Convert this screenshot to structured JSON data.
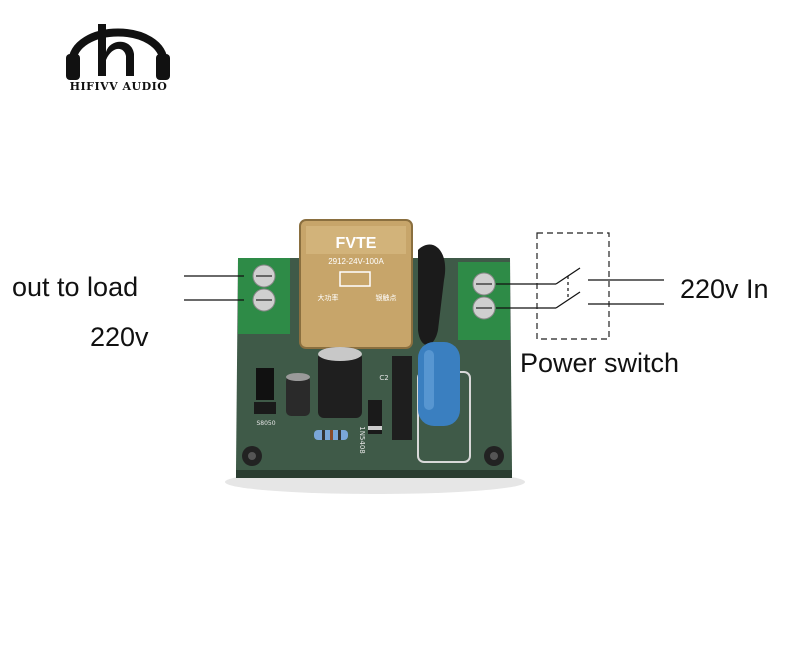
{
  "brand": {
    "logo_text": "HIFIVV AUDIO",
    "logo_icon": "headphones-h-icon"
  },
  "labels": {
    "output": "out to load",
    "output_voltage": "220v",
    "input": "220v In",
    "switch": "Power switch"
  },
  "relay": {
    "brand": "FVTE",
    "model": "2912-24V-100A",
    "marking_left": "大功率",
    "marking_right": "银触点"
  },
  "pcb": {
    "diode_label": "1N5408",
    "transistor_label": "S8050",
    "marking": "C2"
  },
  "colors": {
    "pcb": "#3f5a48",
    "terminal": "#2e8b47",
    "capacitor_blue": "#3a7fc0",
    "relay_amber": "#c7a56a"
  }
}
